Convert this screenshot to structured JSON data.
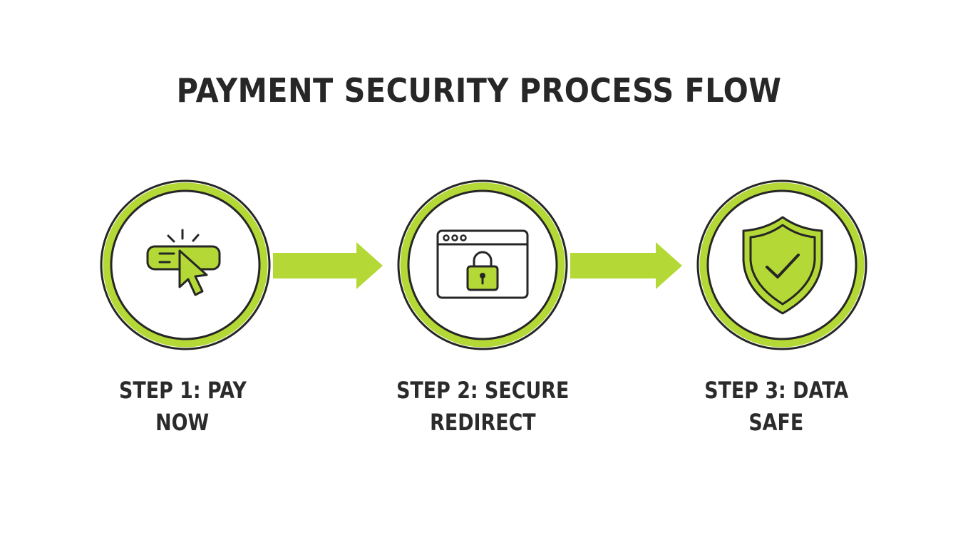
{
  "title": "PAYMENT SECURITY PROCESS FLOW",
  "colors": {
    "accent": "#b4d936",
    "outline": "#262626",
    "text": "#2b2b2b",
    "background": "#ffffff"
  },
  "steps": [
    {
      "label_line1": "STEP 1: PAY",
      "label_line2": "NOW",
      "icon": "click-button-icon"
    },
    {
      "label_line1": "STEP 2: SECURE",
      "label_line2": "REDIRECT",
      "icon": "browser-lock-icon"
    },
    {
      "label_line1": "STEP 3: DATA",
      "label_line2": "SAFE",
      "icon": "shield-check-icon"
    }
  ]
}
